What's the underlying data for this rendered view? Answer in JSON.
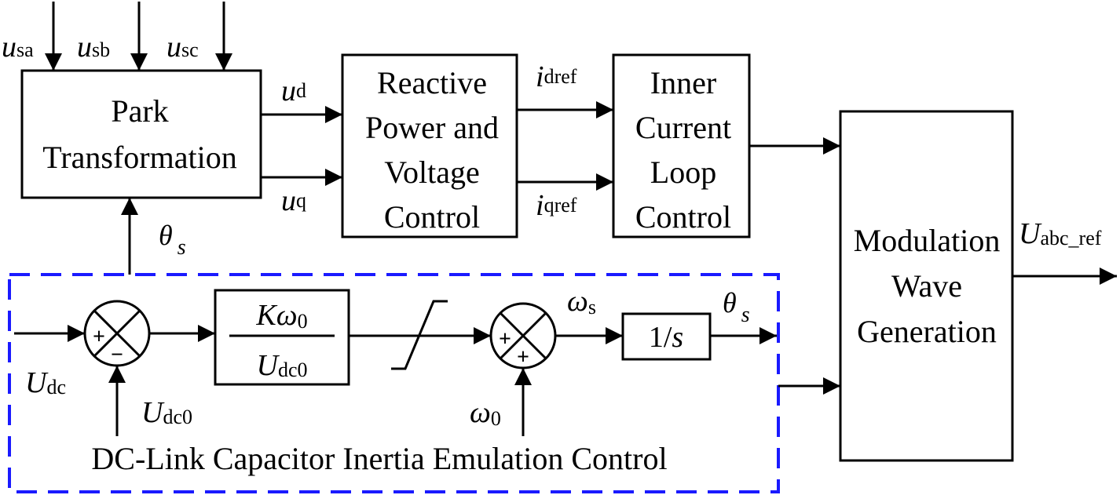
{
  "blocks": {
    "park": [
      "Park",
      "Transformation"
    ],
    "reactive": [
      "Reactive",
      "Power and",
      "Voltage",
      "Control"
    ],
    "inner": [
      "Inner",
      "Current",
      "Loop",
      "Control"
    ],
    "modulation": [
      "Modulation",
      "Wave",
      "Generation"
    ],
    "gain": {
      "numerator": "K",
      "numerator_sym": "ω",
      "numerator_sub": "0",
      "denominator": "U",
      "denominator_sub": "dc0"
    },
    "integrator": {
      "prefix": "1/",
      "var": "s"
    }
  },
  "signals": {
    "usa": {
      "main": "u",
      "sub": "sa"
    },
    "usb": {
      "main": "u",
      "sub": "sb"
    },
    "usc": {
      "main": "u",
      "sub": "sc"
    },
    "ud": {
      "main": "u",
      "sub": "d"
    },
    "uq": {
      "main": "u",
      "sub": "q"
    },
    "idref": {
      "main": "i",
      "sub": "dref"
    },
    "iqref": {
      "main": "i",
      "sub": "qref"
    },
    "uabc": {
      "main": "U",
      "sub": "abc_ref"
    },
    "theta_top": {
      "main": "θ",
      "sub": "s"
    },
    "theta_right": {
      "main": "θ",
      "sub": "s"
    },
    "udc": {
      "main": "U",
      "sub": "dc"
    },
    "udc0": {
      "main": "U",
      "sub": "dc0"
    },
    "omega_s": {
      "main": "ω",
      "sub": "s"
    },
    "omega0": {
      "main": "ω",
      "sub": "0"
    }
  },
  "summers": {
    "s1_signs": [
      "+",
      "−"
    ],
    "s2_signs": [
      "+",
      "+"
    ]
  },
  "group_caption": "DC-Link Capacitor Inertia Emulation Control",
  "colors": {
    "dashed_frame": "#1a1aff",
    "lines": "#000000"
  }
}
